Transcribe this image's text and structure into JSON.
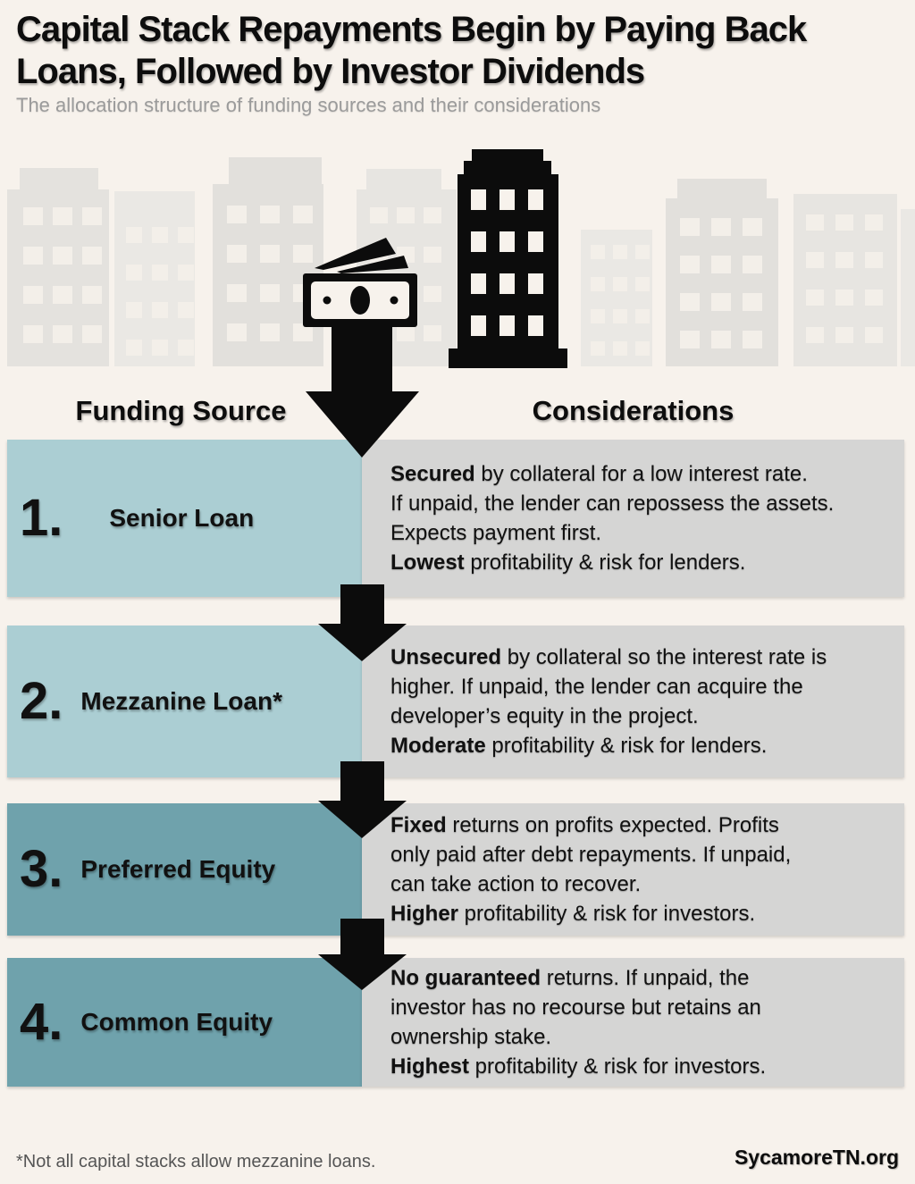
{
  "page": {
    "title": "Capital Stack Repayments Begin by Paying Back\nLoans, Followed by Investor Dividends",
    "subtitle": "The allocation structure of funding sources and their considerations",
    "footnote": "*Not all capital stacks allow mezzanine loans.",
    "brand": "SycamoreTN.org"
  },
  "columns": {
    "funding": "Funding Source",
    "considerations": "Considerations"
  },
  "rows": [
    {
      "number": "1.",
      "label": "Senior Loan",
      "considerations": [
        {
          "bold": "Secured",
          "text": " by collateral for a low interest rate.\nIf unpaid, the lender can repossess the assets.\nExpects payment first."
        },
        {
          "bold": "Lowest",
          "text": " profitability & risk for lenders."
        }
      ]
    },
    {
      "number": "2.",
      "label": "Mezzanine Loan*",
      "considerations": [
        {
          "bold": "Unsecured",
          "text": " by collateral so the interest rate is\nhigher. If unpaid, the lender can acquire the\ndeveloper’s equity in the project."
        },
        {
          "bold": "Moderate",
          "text": " profitability & risk for lenders."
        }
      ]
    },
    {
      "number": "3.",
      "label": "Preferred Equity",
      "considerations": [
        {
          "bold": "Fixed",
          "text": " returns on profits expected. Profits\nonly paid after debt repayments. If unpaid,\ncan take action to recover."
        },
        {
          "bold": "Higher",
          "text": " profitability & risk for investors."
        }
      ]
    },
    {
      "number": "4.",
      "label": "Common Equity",
      "considerations": [
        {
          "bold": "No guaranteed",
          "text": " returns. If unpaid, the\ninvestor has no recourse but retains an\nownership stake."
        },
        {
          "bold": "Highest",
          "text": " profitability & risk for investors."
        }
      ]
    }
  ],
  "icons": [
    "city-skyline-icon",
    "black-building-icon",
    "money-bill-icon",
    "down-arrow-icon"
  ],
  "colors": {
    "background": "#f7f2ec",
    "teal_light": "#abced3",
    "teal_dark": "#6fa2ac",
    "box_gray": "#d5d5d4",
    "graphic_black": "#0c0c0c",
    "subtitle_gray": "#9b9b9b"
  }
}
